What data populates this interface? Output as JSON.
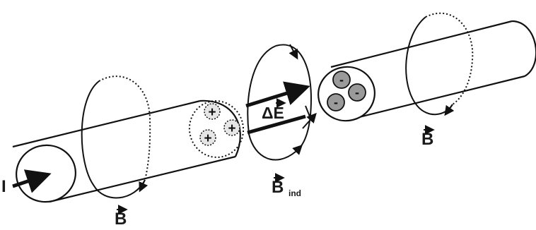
{
  "labels": {
    "current": "I",
    "field_left": "B",
    "field_right": "B",
    "field_induced": "B",
    "field_induced_sub": "ind",
    "efield_change": "ΔE"
  },
  "charges": {
    "positive_sign": "+",
    "negative_sign": "-",
    "positive_count": 3,
    "negative_count": 3
  },
  "colors": {
    "stroke": "#111111",
    "positive_fill": "#e6e6e6",
    "negative_fill": "#9a9a9a"
  }
}
